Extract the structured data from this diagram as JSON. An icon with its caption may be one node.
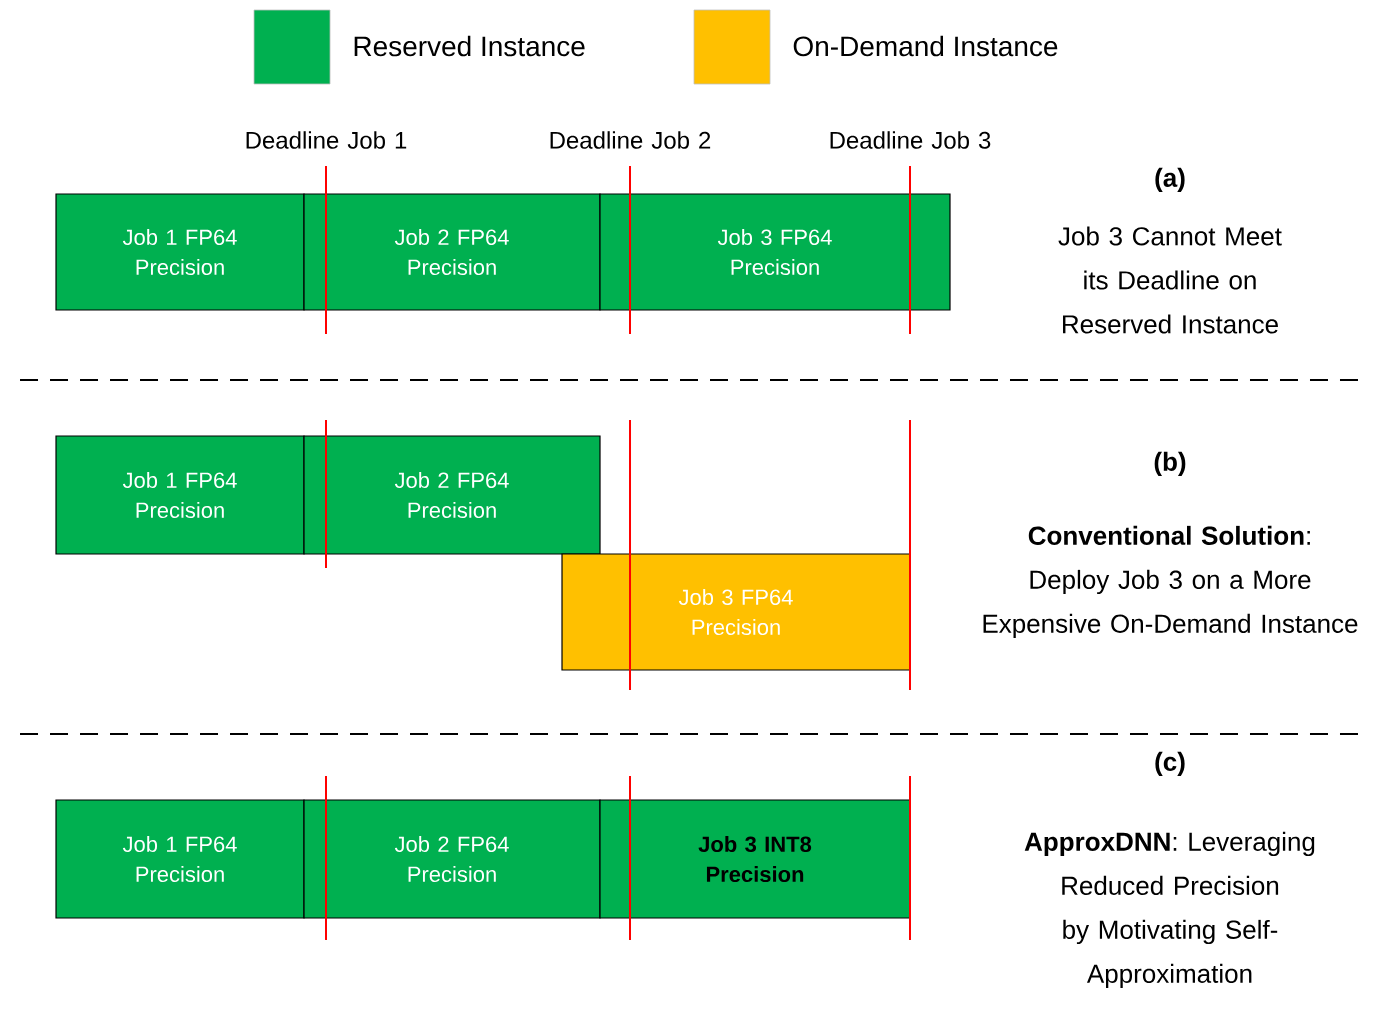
{
  "diagram": {
    "nodes": [
      {
        "text": [
          "Job 1 FP64 Precision"
        ]
      },
      {
        "text": [
          "Job 2 FP64 Precision"
        ]
      },
      {
        "text": [
          "Job 3 FP64 Precision"
        ]
      },
      {
        "text": [
          "Job 1 FP64 Precision"
        ]
      },
      {
        "text": [
          "Job 2 FP64 Precision"
        ]
      },
      {
        "text": [
          "Job 3 FP64 Precision"
        ]
      },
      {
        "text": [
          "Job 1 FP64 Precision"
        ]
      },
      {
        "text": [
          "Job 2 FP64 Precision"
        ]
      },
      {
        "text": [
          "Job 3 INT8 Precision"
        ]
      }
    ],
    "labels": [
      "Deadline Job 1",
      "Deadline Job 2",
      "Deadline Job 3",
      "(a)",
      "Job 3 Cannot Meet its Deadline on Reserved Instance",
      "(b)",
      "**Conventional Solution**: Deploy Job 3 on a More Expensive On-Demand Instance",
      "(c)",
      "**ApproxDNN**: Leveraging Reduced Precision by Motivating Self-Approximation"
    ],
    "legend": [
      {
        "text": "Reserved Instance",
        "color": "#00b050"
      },
      {
        "text": "On-Demand Instance",
        "color": "#ffc000"
      }
    ]
  }
}
